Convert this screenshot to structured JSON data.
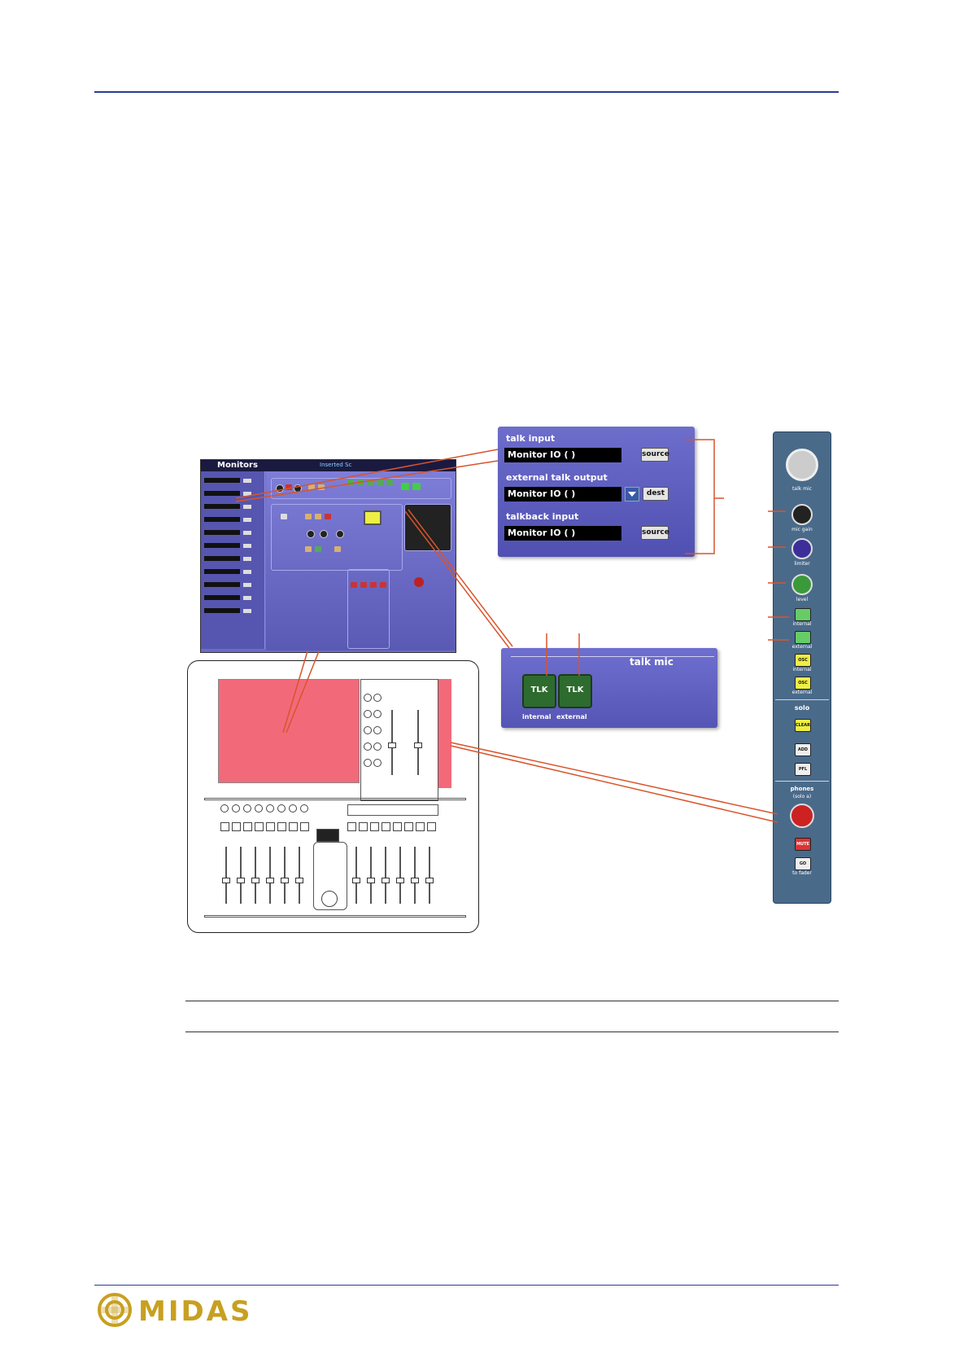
{
  "gui_screenshot": {
    "window_title": "Monitors",
    "tab_label": "Inserted Sc"
  },
  "talk_input_panel": {
    "talk_input_label": "talk input",
    "talk_input_value": "Monitor IO ( )",
    "talk_input_button": "source",
    "external_talk_output_label": "external talk output",
    "external_talk_output_value": "Monitor IO ( )",
    "external_talk_output_button": "dest",
    "talkback_input_label": "talkback input",
    "talkback_input_value": "Monitor IO ( )",
    "talkback_input_button": "source"
  },
  "talk_mic_panel": {
    "title": "talk mic",
    "button_internal": "TLK",
    "button_external": "TLK",
    "label_internal": "internal",
    "label_external": "external"
  },
  "hardware_strip": {
    "talk_mic_label": "talk mic",
    "mic_gain_label": "mic gain",
    "limiter_label": "limiter",
    "level_label": "level",
    "internal_label": "internal",
    "external_label": "external",
    "osc_button": "OSC",
    "osc_internal_label": "internal",
    "osc_external_label": "external",
    "solo_label": "solo",
    "clear_button": "CLEAR",
    "add_button": "ADD",
    "pfl_button": "PFL",
    "phones_label": "phones",
    "phones_sub_label": "(solo a)",
    "mute_button": "MUTE",
    "go_button": "GO",
    "to_fader_label": "to fader"
  },
  "colors": {
    "rule": "#2c3b8f",
    "gui_panel": "#6c6cc6",
    "callout_line": "#d9542b",
    "screen_highlight": "#f26a7a",
    "logo": "#c8a020"
  },
  "logo_text": "MIDAS"
}
